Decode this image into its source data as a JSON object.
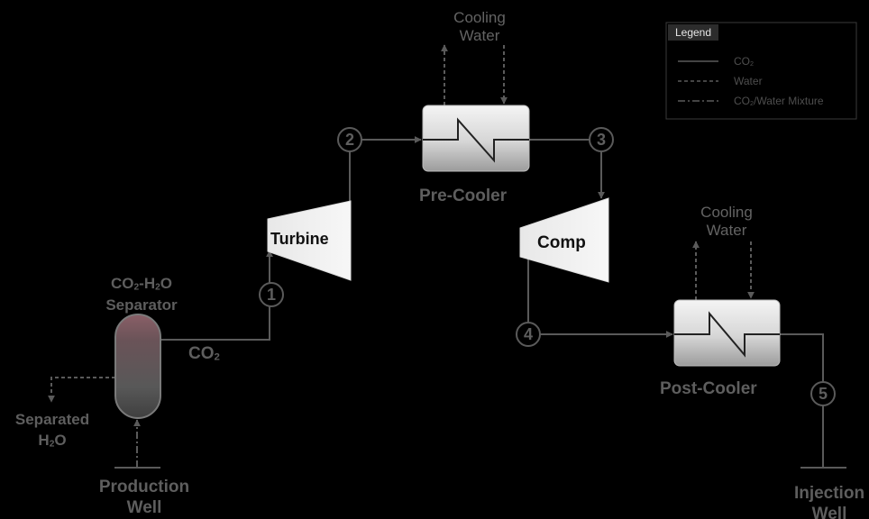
{
  "legend": {
    "title": "Legend",
    "items": [
      {
        "style": "solid",
        "label_main": "CO",
        "label_sub": "2",
        "label_rest": ""
      },
      {
        "style": "dashed",
        "label_main": "Water",
        "label_sub": "",
        "label_rest": ""
      },
      {
        "style": "dashdot",
        "label_main": "CO",
        "label_sub": "2",
        "label_rest": "/Water Mixture"
      }
    ]
  },
  "components": {
    "turbine": "Turbine",
    "compressor": "Comp",
    "pre_cooler": "Pre-Cooler",
    "post_cooler": "Post-Cooler"
  },
  "separator": {
    "line1_a": "CO",
    "line1_sub1": "2",
    "line1_b": "-H",
    "line1_sub2": "2",
    "line1_c": "O",
    "line2": "Separator"
  },
  "co2_label": {
    "main": "CO",
    "sub": "2"
  },
  "separated": {
    "line1": "Separated",
    "line2_a": "H",
    "line2_sub": "2",
    "line2_b": "O"
  },
  "production_well": {
    "line1": "Production",
    "line2": "Well"
  },
  "injection_well": {
    "line1": "Injection",
    "line2": "Well"
  },
  "cooling_water_pre": {
    "line1": "Cooling",
    "line2": "Water"
  },
  "cooling_water_post": {
    "line1": "Cooling",
    "line2": "Water"
  },
  "state_points": [
    "1",
    "2",
    "3",
    "4",
    "5"
  ],
  "colors": {
    "background": "#000000",
    "line": "#5a5a5a",
    "label": "#5e5e5e",
    "equipment_light": "#f2f2f2",
    "equipment_dark": "#9a9a9a"
  }
}
